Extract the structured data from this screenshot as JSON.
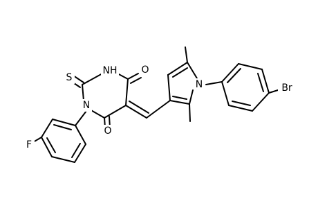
{
  "molecule": {
    "atoms": {
      "s": "S",
      "nh": "NH",
      "o_top": "O",
      "n_left": "N",
      "o_bottom": "O",
      "f": "F",
      "n_pyrrole": "N",
      "br": "Br"
    }
  }
}
